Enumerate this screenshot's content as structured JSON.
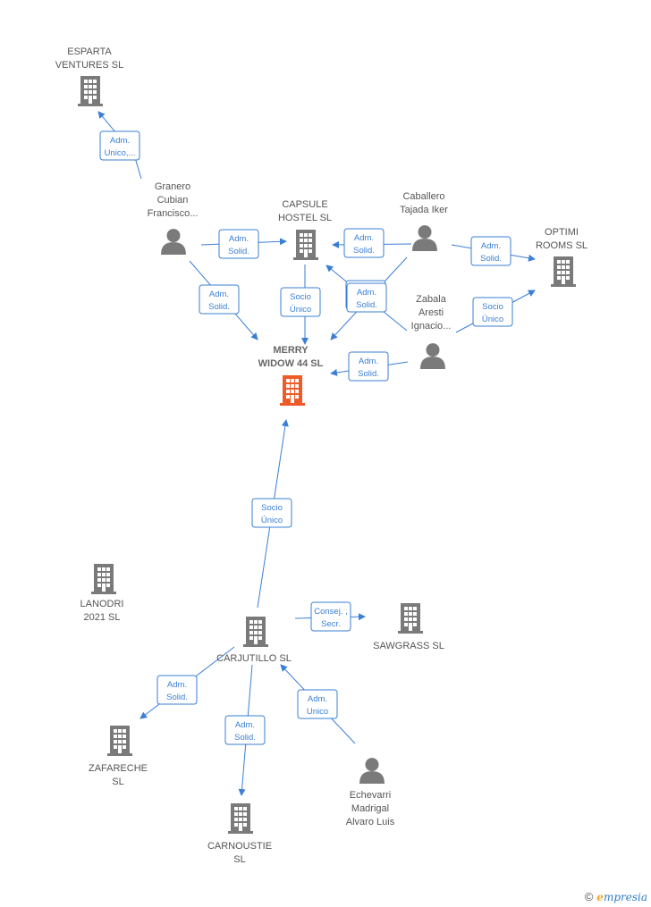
{
  "colors": {
    "company": "#7a7a7a",
    "main_company": "#f05a28",
    "person": "#7a7a7a",
    "edge": "#3a7fd5"
  },
  "nodes": [
    {
      "id": "esparta",
      "type": "company",
      "label": [
        "ESPARTA",
        "VENTURES  SL"
      ]
    },
    {
      "id": "granero",
      "type": "person",
      "label": [
        "Granero",
        "Cubian",
        "Francisco..."
      ]
    },
    {
      "id": "capsule",
      "type": "company",
      "label": [
        "CAPSULE",
        "HOSTEL  SL"
      ]
    },
    {
      "id": "caballero",
      "type": "person",
      "label": [
        "Caballero",
        "Tajada Iker"
      ]
    },
    {
      "id": "optimi",
      "type": "company",
      "label": [
        "OPTIMI",
        "ROOMS  SL"
      ]
    },
    {
      "id": "zabala",
      "type": "person",
      "label": [
        "Zabala",
        "Aresti",
        "Ignacio..."
      ]
    },
    {
      "id": "merry",
      "type": "main",
      "label": [
        "MERRY",
        "WIDOW 44  SL"
      ]
    },
    {
      "id": "lanodri",
      "type": "company",
      "label": [
        "LANODRI",
        "2021  SL"
      ]
    },
    {
      "id": "carjutillo",
      "type": "company",
      "label": [
        "CARJUTILLO SL"
      ]
    },
    {
      "id": "sawgrass",
      "type": "company",
      "label": [
        "SAWGRASS  SL"
      ]
    },
    {
      "id": "zafareche",
      "type": "company",
      "label": [
        "ZAFARECHE",
        "SL"
      ]
    },
    {
      "id": "carnoustie",
      "type": "company",
      "label": [
        "CARNOUSTIE",
        "SL"
      ]
    },
    {
      "id": "echevarri",
      "type": "person",
      "label": [
        "Echevarri",
        "Madrigal",
        "Alvaro Luis"
      ]
    }
  ],
  "edges": [
    {
      "id": "e1",
      "label": [
        "Adm.",
        "Unico,..."
      ]
    },
    {
      "id": "e2",
      "label": [
        "Adm.",
        "Solid."
      ]
    },
    {
      "id": "e3",
      "label": [
        "Adm.",
        "Solid."
      ]
    },
    {
      "id": "e4",
      "label": [
        "Socio",
        "Único"
      ]
    },
    {
      "id": "e5",
      "label": [
        "Adm.",
        "Solid."
      ]
    },
    {
      "id": "e6",
      "label": [
        "Adm.",
        "Solid."
      ]
    },
    {
      "id": "e7",
      "label": [
        "Adm.",
        "Solid."
      ]
    },
    {
      "id": "e8",
      "label": [
        "Adm.",
        "Solid."
      ]
    },
    {
      "id": "e9",
      "label": [
        "Adm.",
        "Solid."
      ]
    },
    {
      "id": "e10",
      "label": [
        "Socio",
        "Único"
      ]
    },
    {
      "id": "e11",
      "label": [
        "Socio",
        "Único"
      ]
    },
    {
      "id": "e12",
      "label": [
        "Consej. ,",
        "Secr."
      ]
    },
    {
      "id": "e13",
      "label": [
        "Adm.",
        "Solid."
      ]
    },
    {
      "id": "e14",
      "label": [
        "Adm.",
        "Solid."
      ]
    },
    {
      "id": "e15",
      "label": [
        "Adm.",
        "Unico"
      ]
    }
  ],
  "footer": {
    "copyright": "©",
    "brand_first": "e",
    "brand_rest": "mpresia"
  }
}
